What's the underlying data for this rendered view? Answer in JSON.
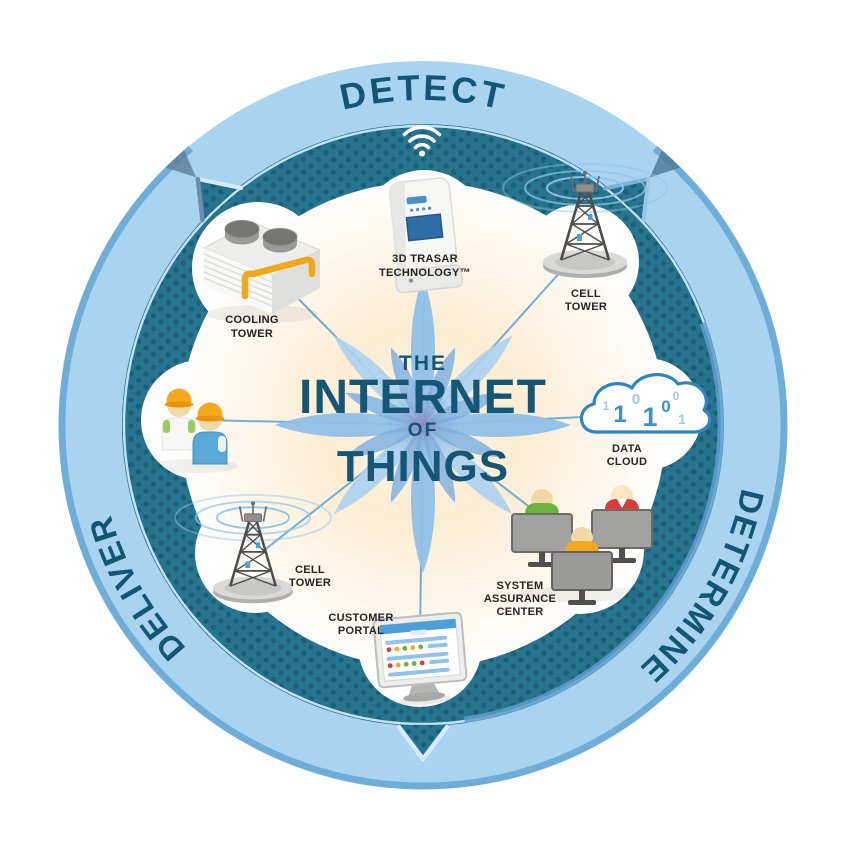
{
  "ring_labels": {
    "detect": "DETECT",
    "determine": "DETERMINE",
    "deliver": "DELIVER"
  },
  "title": {
    "the": "THE",
    "internet": "INTERNET",
    "of": "OF",
    "things": "THINGS"
  },
  "nodes": {
    "cooling_tower": {
      "icon": "cooling-tower-icon",
      "label_lines": [
        "COOLING",
        "TOWER"
      ]
    },
    "trasar": {
      "icon": "trasar-controller-icon",
      "label_lines": [
        "3D TRASAR",
        "TECHNOLOGY™"
      ]
    },
    "cell_tower_right": {
      "icon": "cell-tower-icon",
      "label_lines": [
        "CELL",
        "TOWER"
      ]
    },
    "data_cloud": {
      "icon": "data-cloud-icon",
      "label_lines": [
        "DATA",
        "CLOUD"
      ]
    },
    "system_assurance": {
      "icon": "workstations-icon",
      "label_lines": [
        "SYSTEM",
        "ASSURANCE",
        "CENTER"
      ]
    },
    "customer_portal": {
      "icon": "monitor-dashboard-icon",
      "label_lines": [
        "CUSTOMER",
        "PORTAL"
      ]
    },
    "cell_tower_left": {
      "icon": "cell-tower-icon",
      "label_lines": [
        "CELL",
        "TOWER"
      ]
    },
    "workers": {
      "icon": "field-workers-icon",
      "label_lines": []
    }
  },
  "cloud": {
    "digits": [
      "1",
      "0",
      "1",
      "0",
      "1",
      "0",
      "1"
    ]
  },
  "palette": {
    "ring_light": "#a9d4f0",
    "ring_rim_dark": "#68a8d6",
    "ring_bevel_light": "#d6eaf8",
    "ring_side_dark": "#5f8299",
    "band_teal": "#27748e",
    "band_dot": "#1a5f78",
    "ring_word_color": "#115672",
    "title_color": "#155676",
    "label_color": "#272324",
    "center_cream": "#fcedd2",
    "star_blue": "#8fc0e9",
    "star_inner_blue": "#79aee1",
    "spoke_blue": "#57a3d8",
    "accent_orange": "#f5a81c",
    "accent_green": "#6cb33f",
    "accent_red": "#dd3a3a",
    "accent_blue": "#58a8d8",
    "cloud_outline": "#2e86c1",
    "skin": "#f2d7a7"
  }
}
